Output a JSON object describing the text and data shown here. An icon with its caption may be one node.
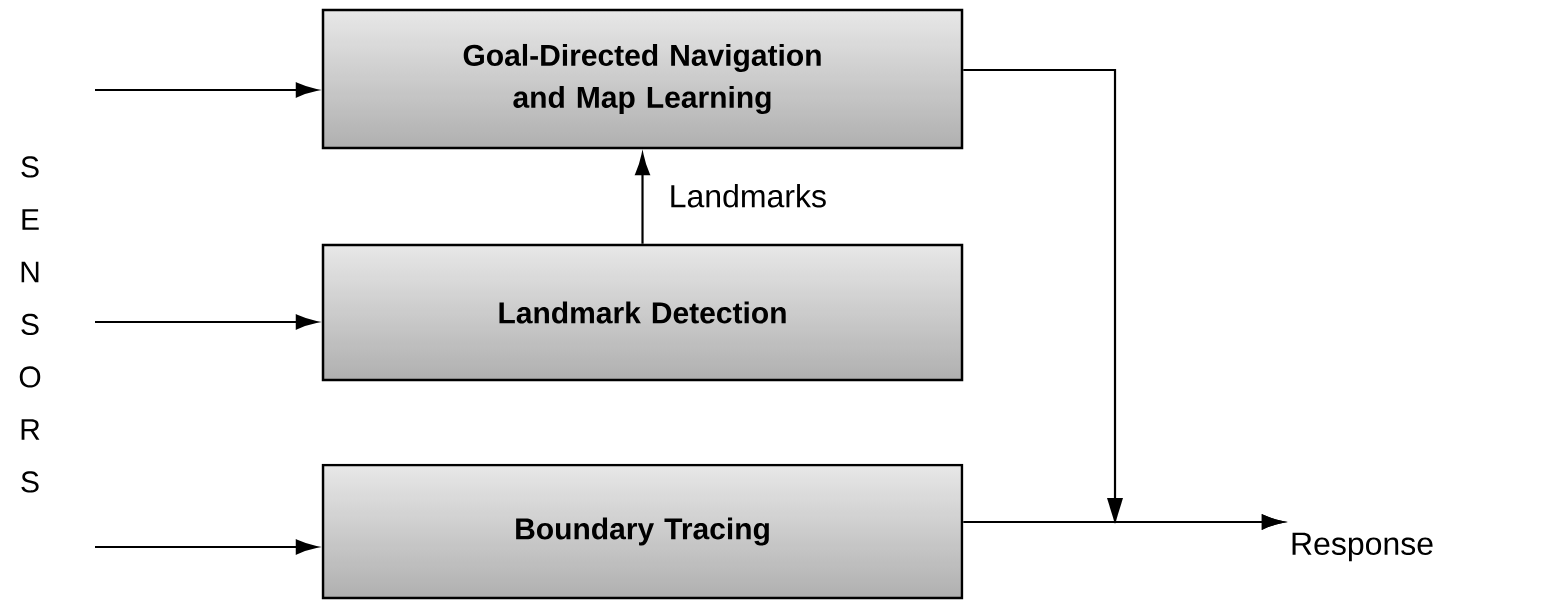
{
  "diagram": {
    "nodes": [
      {
        "text": [
          "Goal-Directed Navigation and Map Learning"
        ]
      },
      {
        "text": [
          "Landmark Detection"
        ]
      },
      {
        "text": [
          "Boundary Tracing"
        ]
      },
      {
        "text": [
          "Response"
        ]
      }
    ],
    "edges": [
      {
        "from": null,
        "to": 0,
        "arrow": "to"
      },
      {
        "from": null,
        "to": 1,
        "arrow": "to"
      },
      {
        "from": null,
        "to": 2,
        "arrow": "to"
      },
      {
        "from": 1,
        "to": 0,
        "arrow": "to",
        "label": "Landmarks"
      },
      {
        "from": 0,
        "to": 3,
        "arrow": "to"
      },
      {
        "from": 2,
        "to": 3,
        "arrow": "to"
      }
    ],
    "labels": [
      "S",
      "E",
      "N",
      "S",
      "O",
      "R",
      "S"
    ]
  }
}
